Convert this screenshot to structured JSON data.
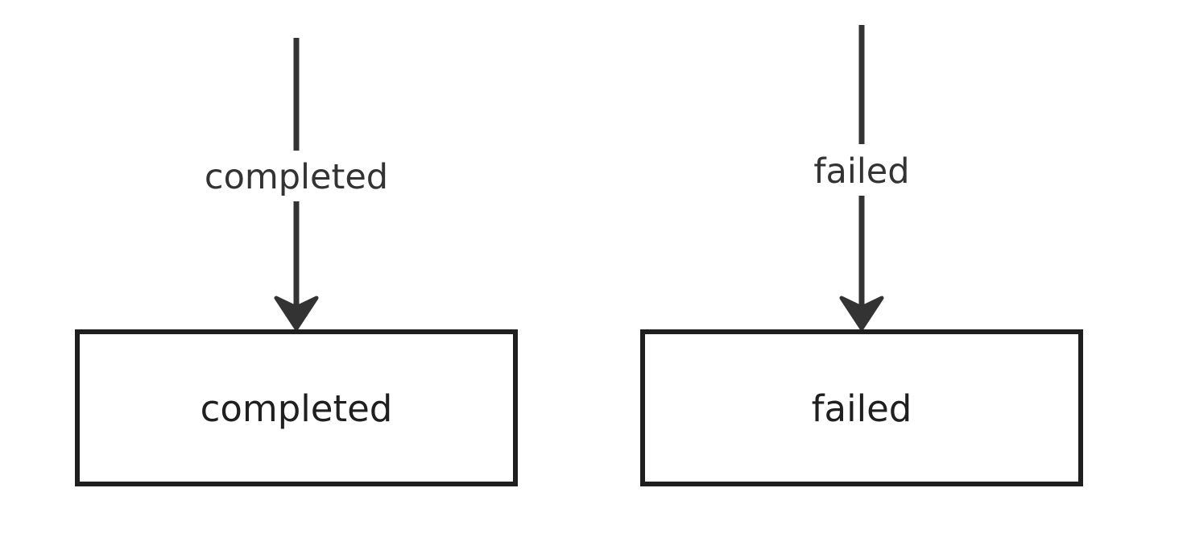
{
  "diagram": {
    "colors": {
      "background": "#ffffff",
      "stroke": "#333333",
      "box_stroke": "#1f1f1f",
      "text": "#333333"
    },
    "nodes": [
      {
        "id": "completed",
        "label": "completed"
      },
      {
        "id": "failed",
        "label": "failed"
      }
    ],
    "edges": [
      {
        "to": "completed",
        "label": "completed"
      },
      {
        "to": "failed",
        "label": "failed"
      }
    ]
  }
}
